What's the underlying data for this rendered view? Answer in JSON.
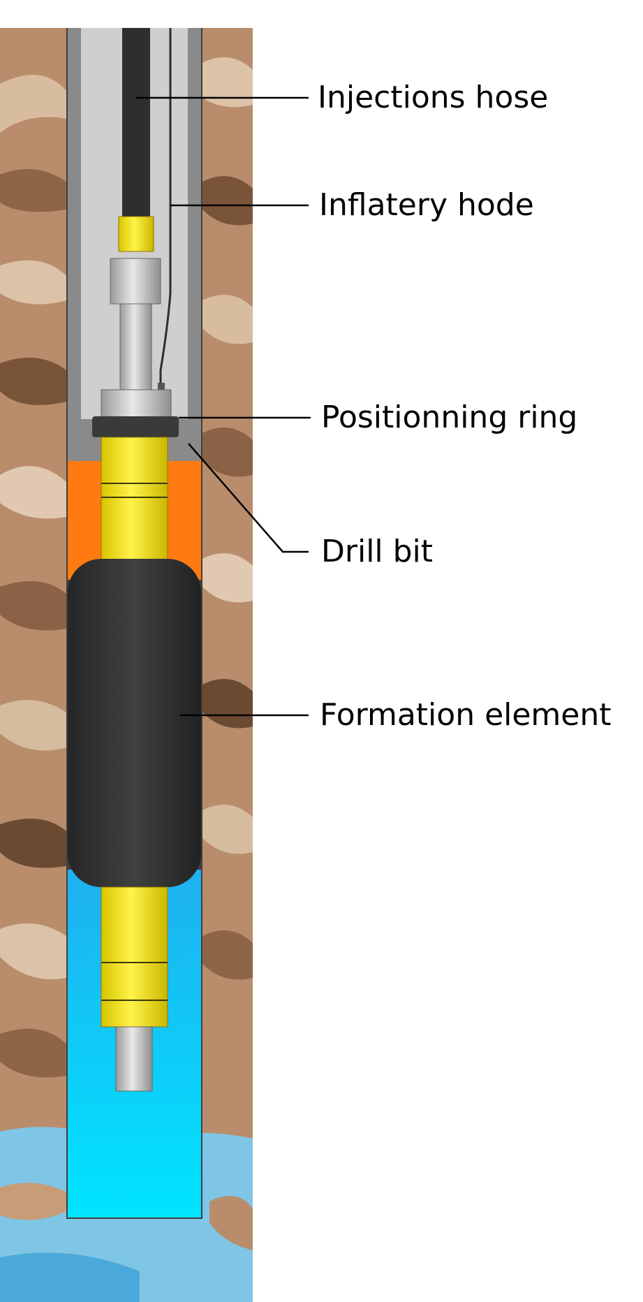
{
  "labels": {
    "injection_hose": "Injections hose",
    "inflatery_hose": "Inflatery hode",
    "positioning_ring": "Positionning ring",
    "drill_bit": "Drill bit",
    "formation_element": "Formation element"
  },
  "colors": {
    "background": "#ffffff",
    "rock_base": "#b98d6c",
    "rock_dark": "#6b4a32",
    "rock_light": "#dcc3a8",
    "casing_outer": "#8a8a8a",
    "casing_inner": "#cfcfcf",
    "hose_black": "#2e2e2e",
    "tool_yellow": "#f4e20a",
    "tool_grey": "#c8c8c8",
    "ring_dark": "#3a3a3a",
    "orange_fill": "#ff7a10",
    "packer_black": "#2f2f2f",
    "water_blue": "#14c6f2",
    "label_line": "#000000"
  }
}
